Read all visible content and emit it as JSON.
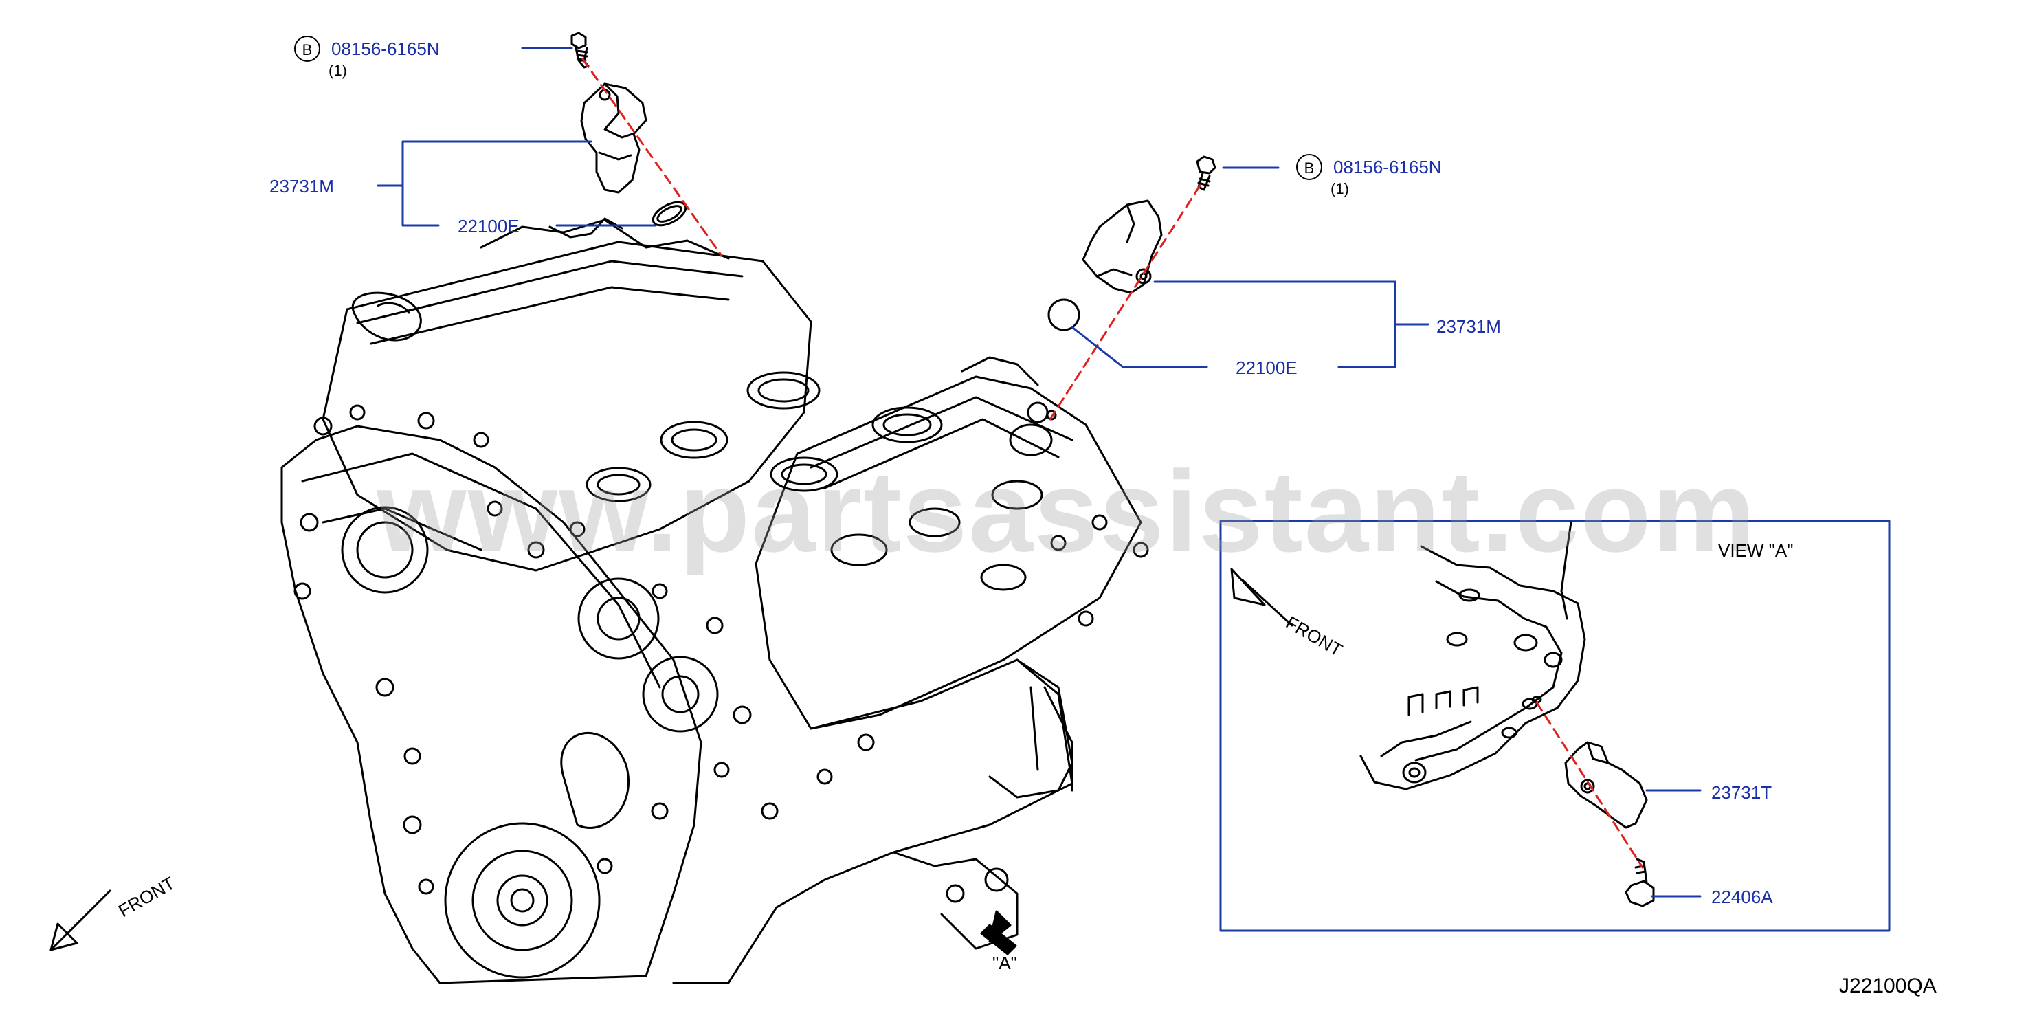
{
  "callouts": {
    "bolt_top_symbol": "B",
    "bolt_top_part": "08156-6165N",
    "bolt_top_qty": "(1)",
    "sensor_left_part": "23731M",
    "oring_left_part": "22100E",
    "bolt_right_symbol": "B",
    "bolt_right_part": "08156-6165N",
    "bolt_right_qty": "(1)",
    "sensor_right_part": "23731M",
    "oring_right_part": "22100E"
  },
  "view_a": {
    "title": "VIEW \"A\"",
    "front_label": "FRONT",
    "sensor_part": "23731T",
    "bolt_part": "22406A"
  },
  "main_front_label": "FRONT",
  "view_arrow_label": "\"A\"",
  "watermark": "www.partsassistant.com",
  "diagram_code": "J22100QA",
  "colors": {
    "callout_text": "#1a2fa8",
    "leader_line": "#1a3aa8",
    "centerline": "#e0201c",
    "drawing": "#000000"
  }
}
